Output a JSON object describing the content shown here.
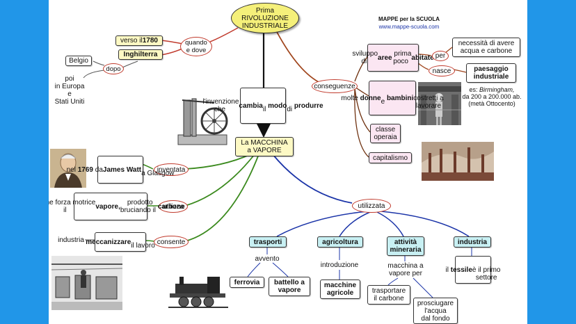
{
  "title": {
    "l1": "Prima",
    "l2": "RIVOLUZIONE",
    "l3": "INDUSTRIALE"
  },
  "brand": {
    "name": "MAPPE per la SCUOLA",
    "url": "www.mappe-scuola.com"
  },
  "quando": {
    "label": "quando\ne dove",
    "year_pre": "verso il ",
    "year": "1780",
    "country": "Inghilterra",
    "dopo": "dopo",
    "belgio": "Belgio",
    "poi": "poi\nin Europa\ne\nStati Uniti"
  },
  "invenzione": {
    "a": "l'invenzione\nche ",
    "b": "cambia",
    "c": "\nil ",
    "d": "modo",
    "e": "\ndi ",
    "f": "produrre"
  },
  "macchina": "La MACCHINA\na VAPORE",
  "inventata": {
    "label": "inventata",
    "a": "nel ",
    "year": "1769",
    "b": " da\n",
    "who": "James Watt",
    "c": "\na Glasgow"
  },
  "utilizza": {
    "label": "utilizza",
    "a": "come forza motrice\nil ",
    "b": "vapore,",
    "c": " prodotto\nbruciando il ",
    "d": "carbone"
  },
  "consente": {
    "label": "consente",
    "a": "meccanizzare",
    "b": "\nil lavoro",
    "industria": "industria"
  },
  "conseguenze": {
    "label": "conseguenze",
    "aree": {
      "a": "sviluppo\ndi ",
      "b": "aree",
      "c": " prima\npoco ",
      "d": "abitate"
    },
    "per": "per",
    "necessita": "necessità di avere\nacqua e carbone",
    "nasce": "nasce",
    "paesaggio": "paesaggio\nindustriale",
    "es_a": "es: ",
    "es_city": "Birmingham,",
    "es_b": "\nda 200 a 200.000 ab.\n(metà Ottocento)",
    "donne": {
      "a": "molte ",
      "b": "donne",
      "c": "\ne ",
      "d": "bambini",
      "e": "\ncostretti a\nlavorare"
    },
    "classe": "classe\noperaia",
    "capitalismo": "capitalismo"
  },
  "utilizzata": {
    "label": "utilizzata",
    "trasporti": "trasporti",
    "avvento": "avvento",
    "ferrovia": "ferrovia",
    "battello": "battello a\nvapore",
    "agricoltura": "agricoltura",
    "introduzione": "introduzione",
    "macchine": "macchine\nagricole",
    "attivita": "attività\nmineraria",
    "macchina_vap": "macchina a\nvapore per",
    "trasportare": "trasportare\nil carbone",
    "prosciugare": "prosciugare\nl'acqua\ndal fondo",
    "industria": "industria",
    "tessile": {
      "a": "il ",
      "b": "tessile",
      "c": "\nè il primo\nsettore"
    }
  },
  "colors": {
    "frame": "#2196e8",
    "title_fill": "#f5f07a",
    "yellow_box": "#fdf9c4",
    "pink_box": "#fbe6f2",
    "cyan_box": "#c8f0f3",
    "red": "#b8431a",
    "green": "#3b8a1e",
    "blue": "#1b34a8",
    "brown": "#6d2f0d"
  }
}
